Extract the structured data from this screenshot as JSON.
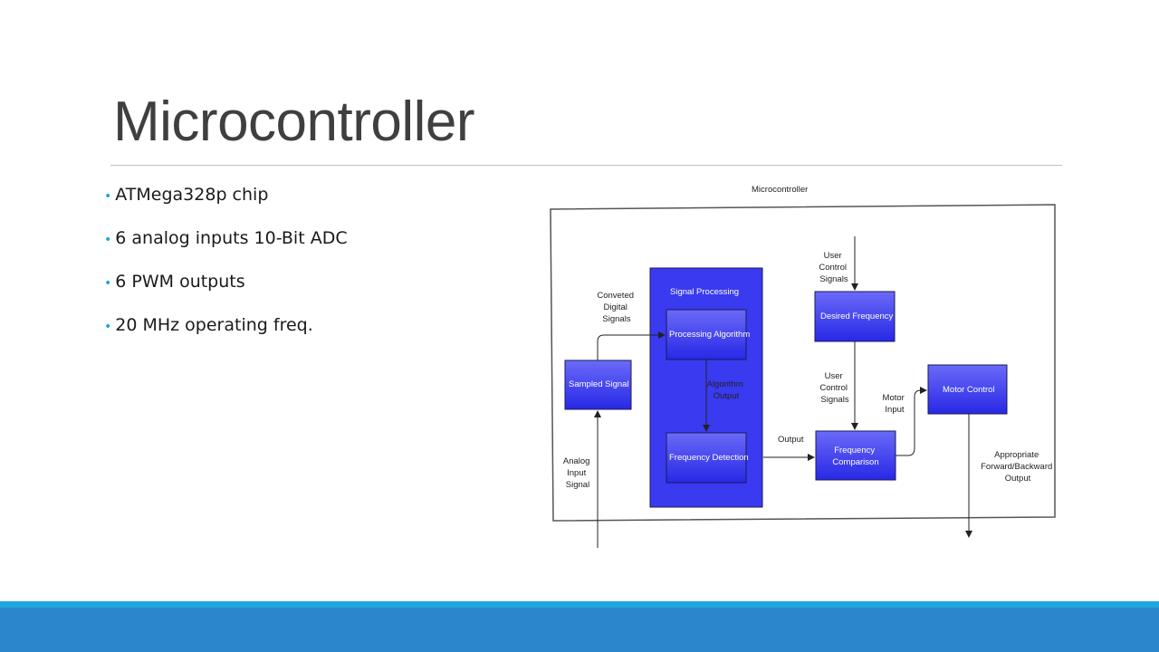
{
  "slide": {
    "title": "Microcontroller",
    "bullets": [
      "ATMega328p chip",
      "6 analog inputs 10-Bit ADC",
      "6 PWM outputs",
      "20 MHz operating freq."
    ]
  },
  "diagram": {
    "title": "Microcontroller",
    "blocks": {
      "sampled_signal": "Sampled Signal",
      "signal_processing": "Signal Processing",
      "processing_algorithm": "Processing Algorithm",
      "frequency_detection": "Frequency Detection",
      "desired_frequency": "Desired Frequency",
      "frequency_comparison": [
        "Frequency",
        "Comparison"
      ],
      "motor_control": "Motor Control"
    },
    "labels": {
      "converted_digital_signals": [
        "Conveted",
        "Digital",
        "Signals"
      ],
      "algorithm_output": [
        "Algorithm",
        "Output"
      ],
      "output": "Output",
      "user_control_signals_top": [
        "User",
        "Control",
        "Signals"
      ],
      "user_control_signals_mid": [
        "User",
        "Control",
        "Signals"
      ],
      "motor_input": [
        "Motor",
        "Input"
      ],
      "analog_input_signal": [
        "Analog",
        "Input",
        "Signal"
      ],
      "appropriate_output": [
        "Appropriate",
        "Forward/Backward",
        "Output"
      ]
    },
    "colors": {
      "block_fill": "#3a3af0",
      "block_stroke": "#1a1a5a",
      "frame_stroke": "#555555"
    }
  },
  "theme": {
    "accent": "#1fa5dd",
    "footer": "#2b87c9"
  }
}
